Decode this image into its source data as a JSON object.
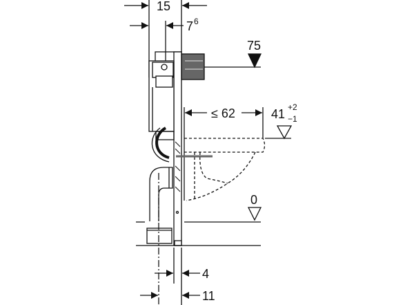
{
  "diagram": {
    "dimensions": {
      "width_top": "15",
      "offset_top_main": "7",
      "offset_top_sup": "6",
      "supply_height": "75",
      "projection": "≤ 62",
      "rim_height_main": "41",
      "rim_tol_plus": "+2",
      "rim_tol_minus": "−1",
      "floor_level": "0",
      "bottom_small": "4",
      "bottom_large": "11"
    },
    "colors": {
      "line": "#111111",
      "fill": "#ffffff",
      "shade": "#555555"
    }
  }
}
